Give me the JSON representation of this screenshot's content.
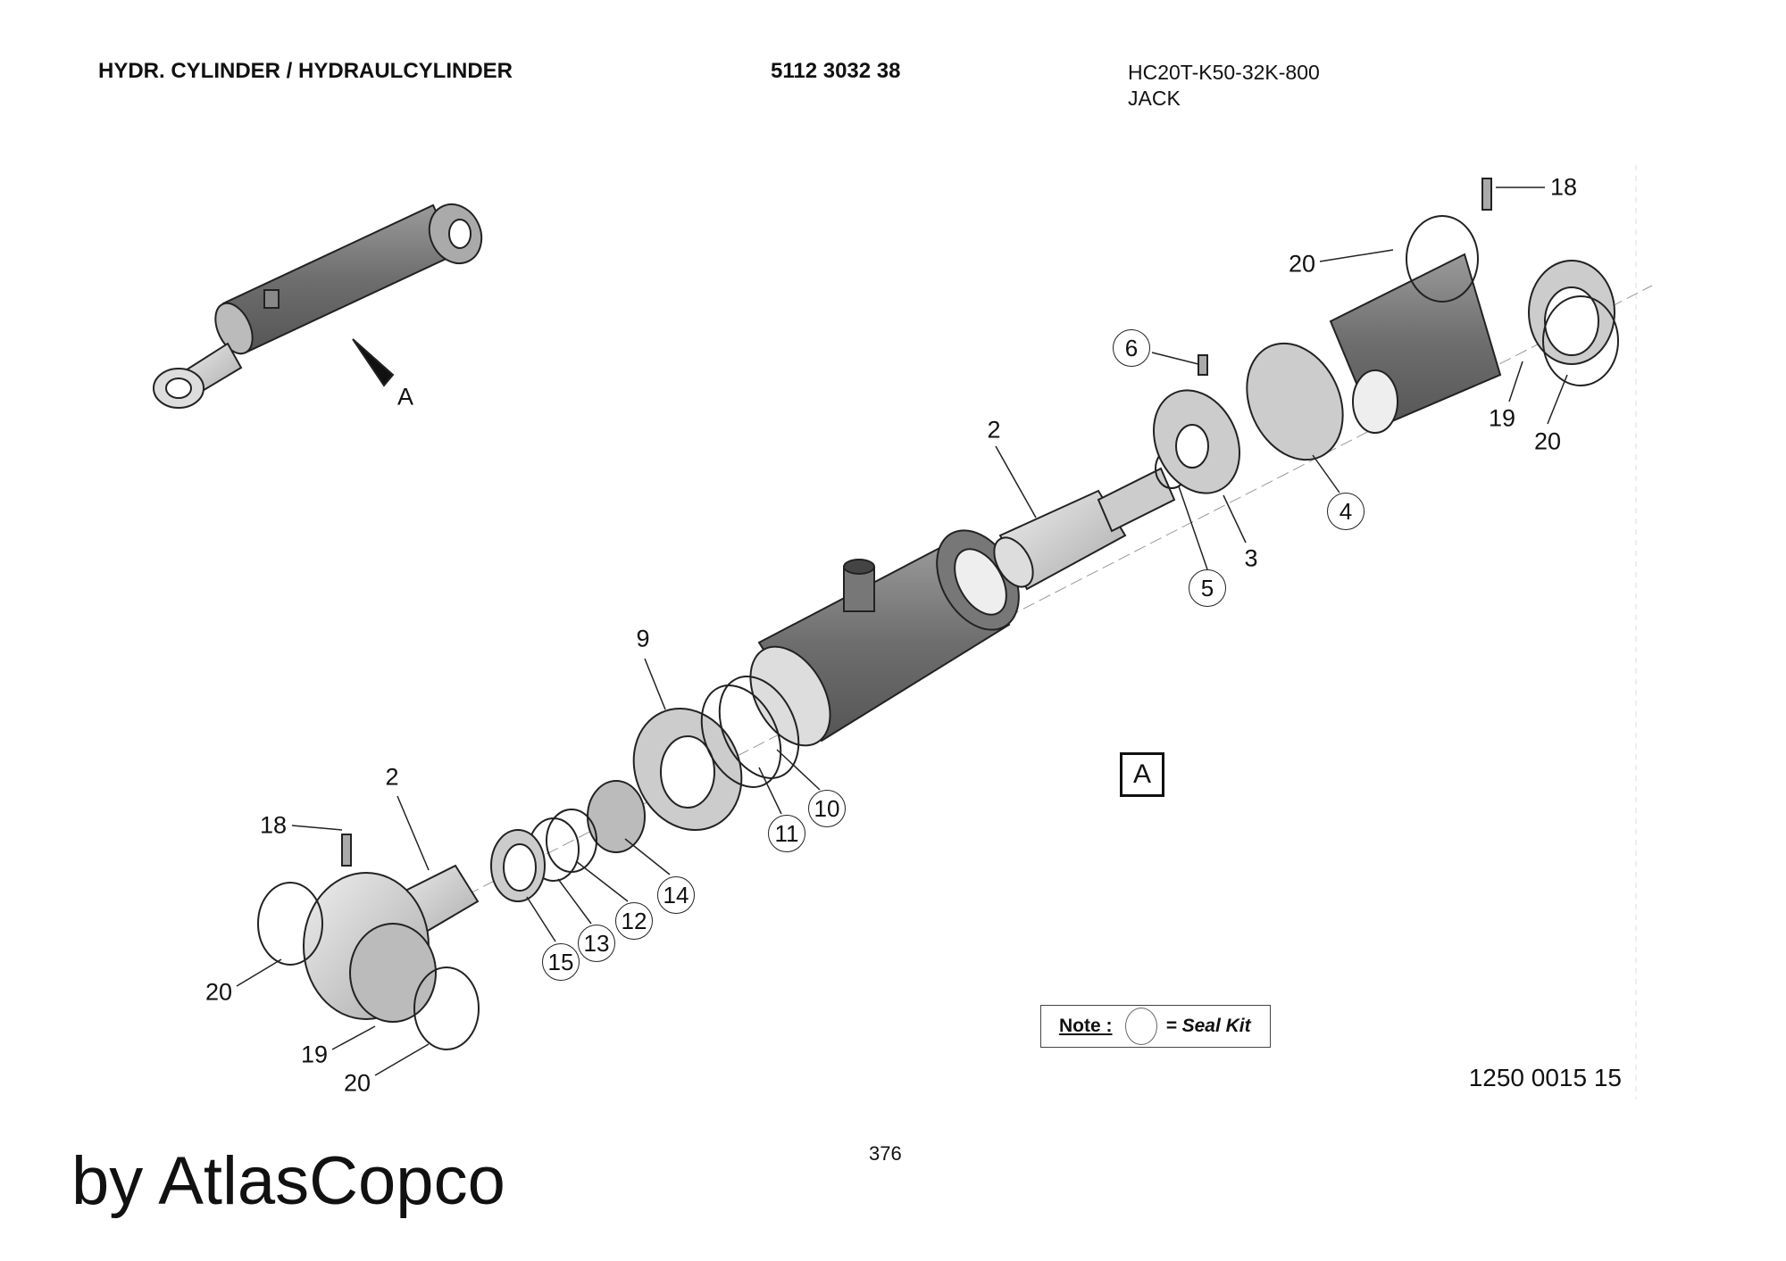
{
  "header": {
    "title": "HYDR. CYLINDER / HYDRAULCYLINDER",
    "part_number": "5112 3032 38",
    "model": "HC20T-K50-32K-800",
    "description": "JACK"
  },
  "view_label_small": "A",
  "view_label_box": "A",
  "callouts": {
    "c18a": "18",
    "c20a": "20",
    "c6": "6",
    "c2a": "2",
    "c19a": "19",
    "c20b": "20",
    "c4": "4",
    "c3": "3",
    "c5": "5",
    "c9": "9",
    "c10": "10",
    "c11": "11",
    "c2b": "2",
    "c18b": "18",
    "c14": "14",
    "c12": "12",
    "c13": "13",
    "c15": "15",
    "c20c": "20",
    "c19b": "19",
    "c20d": "20"
  },
  "note": {
    "label": "Note :",
    "text": "= Seal Kit"
  },
  "drawing_number": "1250 0015 15",
  "page_number": "376",
  "watermark": "by AtlasCopco"
}
